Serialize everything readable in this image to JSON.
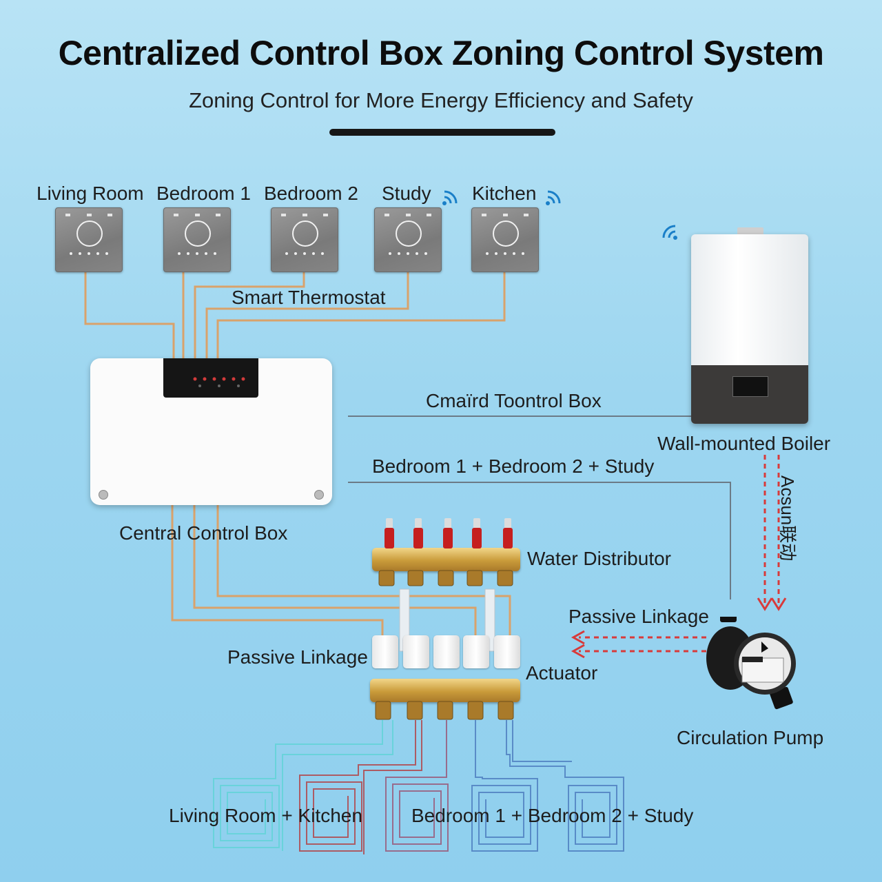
{
  "header": {
    "title": "Centralized Control Box Zoning Control System",
    "subtitle": "Zoning Control for More Energy Efficiency and Safety"
  },
  "rooms": [
    {
      "label": "Living Room"
    },
    {
      "label": "Bedroom 1"
    },
    {
      "label": "Bedroom 2"
    },
    {
      "label": "Study",
      "wifi": true
    },
    {
      "label": "Kitchen",
      "wifi": true
    }
  ],
  "labels": {
    "smart_thermostat": "Smart Thermostat",
    "cmard_label": "Cmaïrd Toontrol Box",
    "boiler": "Wall-mounted Boiler",
    "zone_line": "Bedroom 1 + Bedroom 2 + Study",
    "central_box": "Central Control Box",
    "water_distributor": "Water Distributor",
    "acsun": "Acsun联动",
    "passive_linkage_right": "Passive Linkage",
    "passive_linkage_left": "Passive Linkage",
    "actuator": "Actuator",
    "pump": "Circulation Pump",
    "zone_bottom_left": "Living Room + Kitchen",
    "zone_bottom_right": "Bedroom 1 + Bedroom 2 + Study"
  },
  "colors": {
    "wire": "#d9a26b",
    "line_gray": "#6b7a86",
    "arrow_red": "#d83a3a",
    "pipe_cyan": "#5fd3d6",
    "pipe_red": "#b2474a",
    "pipe_blue": "#4f7fc0"
  },
  "icons": [
    "wifi-icon",
    "thermostat-icon",
    "arrow-icon"
  ]
}
